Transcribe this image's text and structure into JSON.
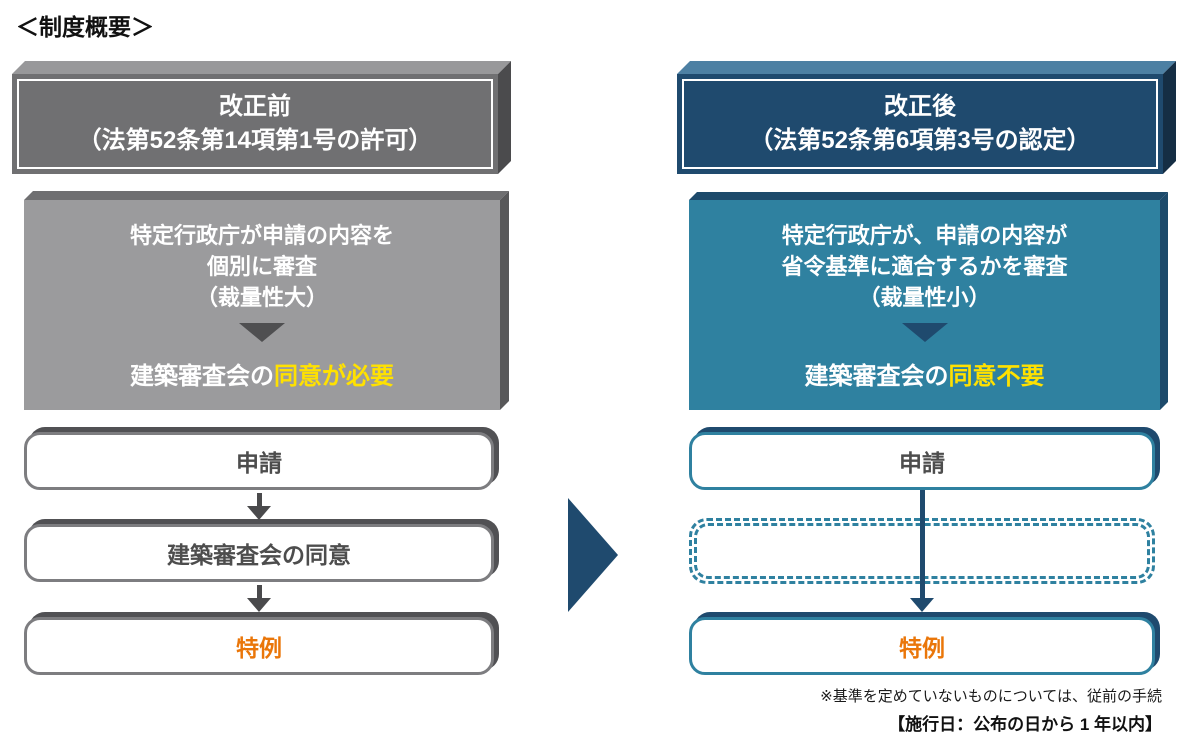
{
  "title": "＜制度概要＞",
  "before": {
    "header_line1": "改正前",
    "header_line2": "（法第52条第14項第1号の許可）",
    "process_line1": "特定行政庁が申請の内容を",
    "process_line2": "個別に審査",
    "process_line3": "（裁量性大）",
    "result_prefix": "建築審査会の",
    "result_highlight": "同意が必要",
    "flow": [
      "申請",
      "建築審査会の同意",
      "特例"
    ]
  },
  "after": {
    "header_line1": "改正後",
    "header_line2": "（法第52条第6項第3号の認定）",
    "process_line1": "特定行政庁が、申請の内容が",
    "process_line2": "省令基準に適合するかを審査",
    "process_line3": "（裁量性小）",
    "result_prefix": "建築審査会の",
    "result_highlight": "同意不要",
    "flow": [
      "申請",
      "特例"
    ]
  },
  "footnote": "※基準を定めていないものについては、従前の手続",
  "enforcement": "【施行日：公布の日から 1 年以内】",
  "colors": {
    "navy": "#1f4a6e",
    "teal": "#2f81a0",
    "gray_face": "#9b9b9d",
    "header_gray": "#707072",
    "highlight_yellow": "#ffe100",
    "tokurei_orange": "#ea7609",
    "arrow_gray": "#4a4a4c"
  },
  "icons": {
    "triangle_down": "▼",
    "transition_arrow": "▶",
    "down_arrow": "↓"
  }
}
